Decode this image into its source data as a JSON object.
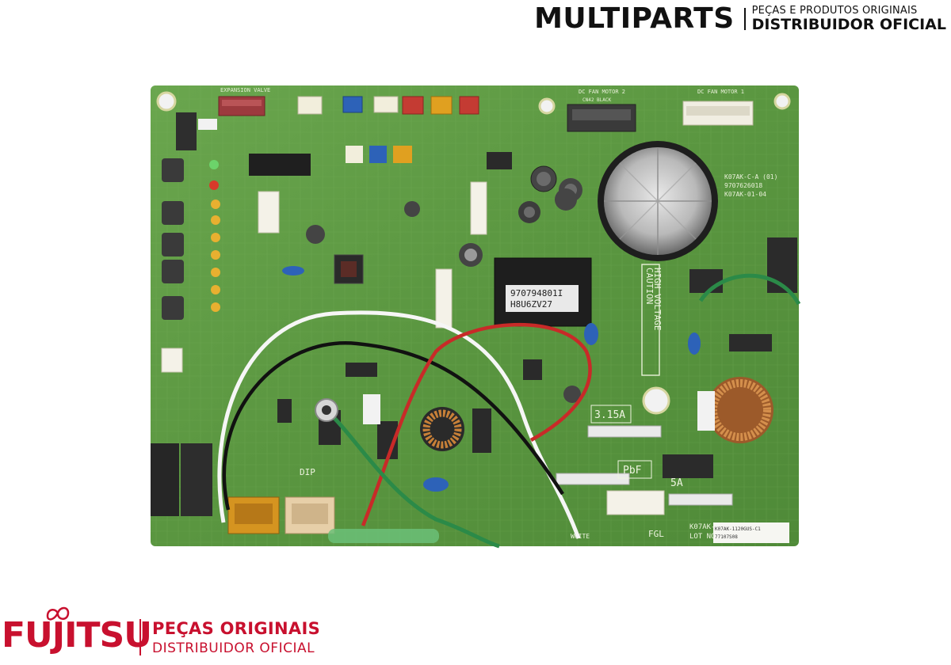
{
  "header_brand": {
    "logo_text": "MULTIPARTS",
    "tagline_line1": "PEÇAS  E PRODUTOS ORIGINAIS",
    "tagline_line2": "DISTRIBUIDOR OFICIAL"
  },
  "footer_brand": {
    "logo_text": "FUJITSU",
    "tagline_line1": "PEÇAS ORIGINAIS",
    "tagline_line2": "DISTRIBUIDOR OFICIAL",
    "color": "#c8102e"
  },
  "board": {
    "transformer_label_1": "970794801I",
    "transformer_label_2": "H8U6ZV27",
    "caution_line_1": "CAUTION",
    "caution_line_2": "HIGH VOLTAGE",
    "fuse_label": "3.15A",
    "fuse_label_2": "5A",
    "pbf_label": "PbF",
    "fgl_label": "FGL",
    "lot_label": "K07AK-",
    "lot_label_2": "LOT NO.",
    "lot_code": "K07AK-1120GUS-C1",
    "lot_code_2": "77107S08",
    "part_code_1": "K07AK-C-A (01)",
    "part_code_2": "9707626018",
    "part_code_3": "K07AK-01-04",
    "fan_motor_1": "DC FAN MOTOR 1",
    "fan_motor_2": "DC FAN MOTOR 2",
    "cn_black": "CN42 BLACK",
    "expansion_valve": "EXPANSION VALVE",
    "white_label": "WHITE",
    "dip_label": "DIP",
    "colors": {
      "pcb_green": "#5e9a45",
      "pcb_dark": "#3f7a30",
      "connector_red": "#b03a3a",
      "connector_yellow": "#e0a020",
      "connector_blue": "#2d62b8"
    }
  }
}
